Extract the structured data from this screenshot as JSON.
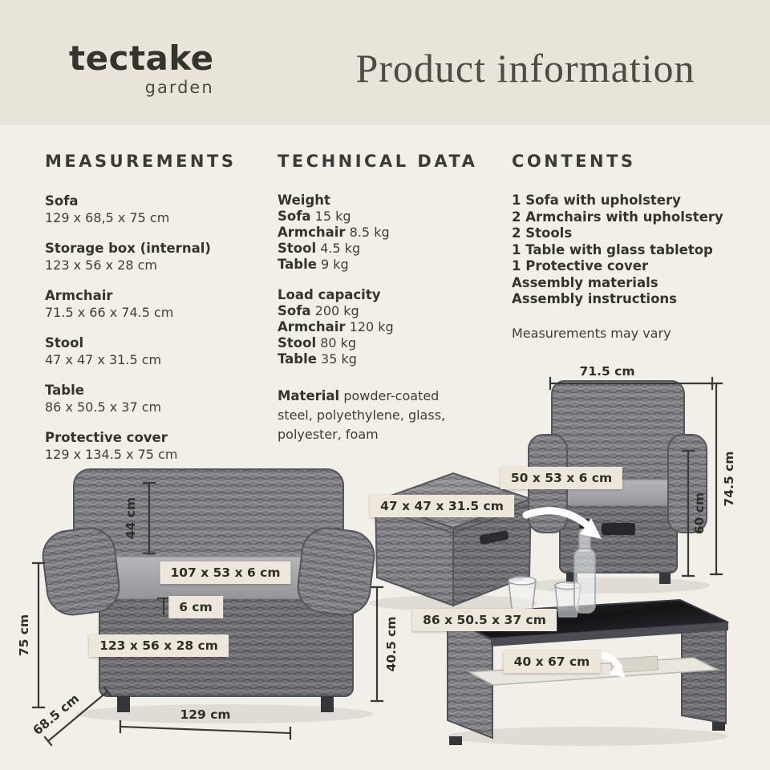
{
  "header": {
    "logo_main": "tectake",
    "logo_sub": "garden",
    "title": "Product information"
  },
  "measurements": {
    "heading": "MEASUREMENTS",
    "items": [
      {
        "label": "Sofa",
        "value": "129 x 68,5 x 75 cm"
      },
      {
        "label": "Storage box (internal)",
        "value": "123 x 56 x 28 cm"
      },
      {
        "label": "Armchair",
        "value": "71.5 x 66 x 74.5 cm"
      },
      {
        "label": "Stool",
        "value": "47 x 47 x 31.5 cm"
      },
      {
        "label": "Table",
        "value": "86 x 50.5 x 37 cm"
      },
      {
        "label": "Protective cover",
        "value": "129 x 134.5 x 75 cm"
      }
    ]
  },
  "technical": {
    "heading": "TECHNICAL DATA",
    "weight_title": "Weight",
    "weight_items": [
      {
        "label": "Sofa",
        "value": "15 kg"
      },
      {
        "label": "Armchair",
        "value": "8.5 kg"
      },
      {
        "label": "Stool",
        "value": "4.5 kg"
      },
      {
        "label": "Table",
        "value": "9 kg"
      }
    ],
    "load_title": "Load capacity",
    "load_items": [
      {
        "label": "Sofa",
        "value": "200 kg"
      },
      {
        "label": "Armchair",
        "value": "120 kg"
      },
      {
        "label": "Stool",
        "value": "80 kg"
      },
      {
        "label": "Table",
        "value": "35 kg"
      }
    ],
    "material_label": "Material",
    "material_value": "powder-coated steel, polyethylene, glass, polyester, foam"
  },
  "contents": {
    "heading": "CONTENTS",
    "items": [
      "1 Sofa with upholstery",
      "2 Armchairs with upholstery",
      "2 Stools",
      "1 Table with glass tabletop",
      "1 Protective cover",
      "Assembly materials",
      "Assembly instructions"
    ],
    "note": "Measurements may vary"
  },
  "diagram": {
    "sofa": {
      "back_cushion_height": "44 cm",
      "total_height": "75 cm",
      "depth": "68.5 cm",
      "width": "129 cm",
      "seat_height": "40.5 cm",
      "cushion_size": "107 x 53 x 6 cm",
      "cushion_thickness": "6 cm",
      "storage_size": "123 x 56 x 28 cm"
    },
    "stool": {
      "size": "47 x 47 x 31.5 cm"
    },
    "armchair": {
      "width": "71.5 cm",
      "total_height": "74.5 cm",
      "seat_back_height": "60 cm",
      "cushion_size": "50 x 53 x 6 cm"
    },
    "table": {
      "size": "86 x 50.5 x 37 cm",
      "shelf_size": "40 x 67 cm"
    }
  },
  "colors": {
    "header_band": "#e9e4d9",
    "page_background": "#f2efe8",
    "text": "#33342d",
    "badge_background": "#ece7da"
  }
}
